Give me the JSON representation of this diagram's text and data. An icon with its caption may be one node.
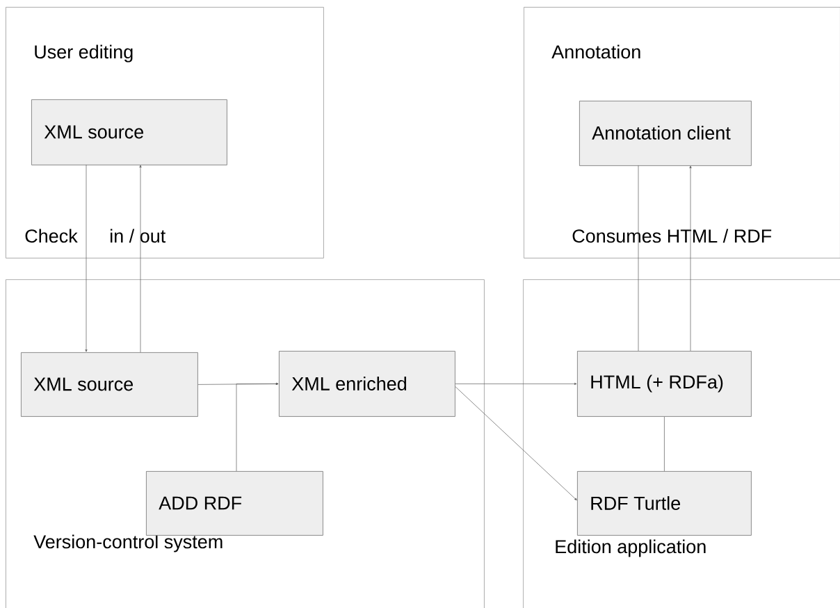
{
  "diagram": {
    "nodes": [
      {
        "text": [
          "User editing"
        ]
      },
      {
        "text": [
          "XML source"
        ],
        "in": 0
      },
      {
        "text": [
          "Annotation",
          "Consumes HTML / RDF"
        ]
      },
      {
        "text": [
          "Annotation client"
        ],
        "in": 2
      },
      {
        "text": [
          "Version-control system"
        ]
      },
      {
        "text": [
          "XML source"
        ],
        "in": 4
      },
      {
        "text": [
          "XML enriched"
        ],
        "in": 4
      },
      {
        "text": [
          "ADD RDF"
        ],
        "in": 4
      },
      {
        "text": [
          "Edition application"
        ]
      },
      {
        "text": [
          "HTML (+ RDFa)"
        ],
        "in": 8
      },
      {
        "text": [
          "RDF Turtle"
        ],
        "in": 8
      }
    ],
    "edges": [
      {
        "from": 1,
        "to": 5,
        "arrow": "to"
      },
      {
        "from": 5,
        "to": 1,
        "arrow": "to"
      },
      {
        "from": 5,
        "to": 6,
        "arrow": "to"
      },
      {
        "from": 7,
        "to": 6,
        "arrow": "to"
      },
      {
        "from": 6,
        "to": 9,
        "arrow": "to"
      },
      {
        "from": 6,
        "to": 10,
        "arrow": "to"
      },
      {
        "from": 9,
        "to": 3,
        "arrow": "none"
      },
      {
        "from": 9,
        "to": 3,
        "arrow": "to"
      },
      {
        "from": 9,
        "to": 10,
        "arrow": "none"
      }
    ],
    "labels": [
      "Check",
      "in / out"
    ]
  }
}
